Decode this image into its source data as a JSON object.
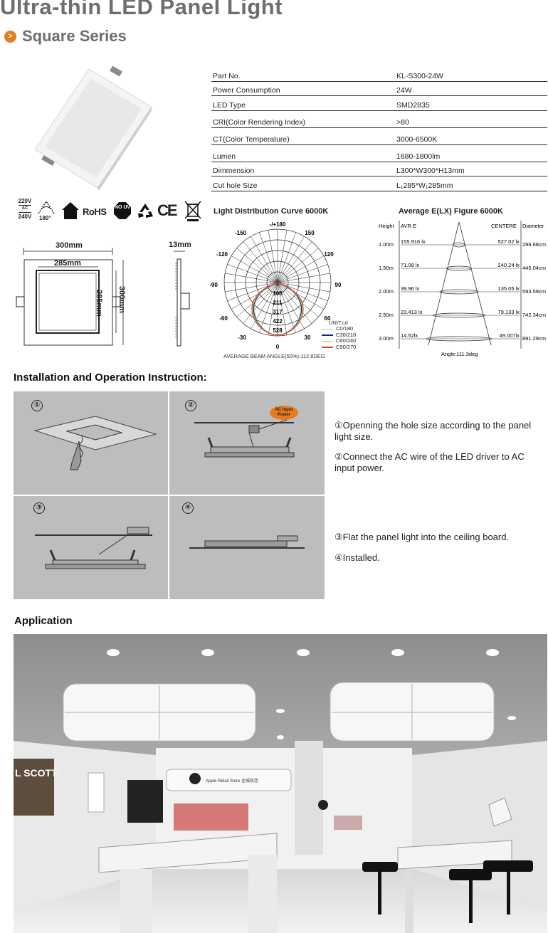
{
  "header": {
    "title": "Ultra-thin LED Panel Light",
    "series_label": "Square Series",
    "series_icon": ">"
  },
  "specs": [
    {
      "key": "Part No.",
      "value": "KL-S300-24W"
    },
    {
      "key": "Power Consumption",
      "value": "24W"
    },
    {
      "key": "LED Type",
      "value": "SMD2835"
    },
    {
      "key": "CRI(Color Rendering Index)",
      "value": ">80"
    },
    {
      "key": "CT(Color Temperature)",
      "value": "3000-6500K"
    },
    {
      "key": "Lumen",
      "value": "1680-1800lm"
    },
    {
      "key": "Dimmension",
      "value": "L300*W300*H13mm"
    },
    {
      "key": "Cut hole Size",
      "value": "L₁285*W₁285mm"
    }
  ],
  "certs": {
    "voltage_top": "220V",
    "voltage_ac": "AC",
    "voltage_bottom": "240V",
    "angle": "180°",
    "rohs": "RoHS",
    "no_uv": "NO UV",
    "ce": "CE"
  },
  "dimensions": {
    "width": "300mm",
    "inner": "285mm",
    "inner_v": "285mm",
    "height_v": "300mm",
    "thickness": "13mm"
  },
  "distribution": {
    "title": "Light Distribution Curve 6000K",
    "angles": [
      "-/+180",
      "-150",
      "150",
      "-120",
      "120",
      "-90",
      "90",
      "-60",
      "60",
      "-30",
      "30",
      "0"
    ],
    "rings": [
      "106",
      "211",
      "317",
      "422",
      "528"
    ],
    "unit": "UNIT:cd",
    "legend": [
      {
        "name": "C0/180",
        "color": "#8fd3f0"
      },
      {
        "name": "C30/210",
        "color": "#1a237e"
      },
      {
        "name": "C60/240",
        "color": "#b6d836"
      },
      {
        "name": "C90/270",
        "color": "#e53935"
      }
    ],
    "beam": "AVERAGE BEAM ANGLE(50%):112.8DEG"
  },
  "illuminance": {
    "title": "Average E(LX) Figure 6000K",
    "col_height": "Height",
    "col_avr": "AVR E",
    "col_center": "CENTERE",
    "col_diameter": "Diameter",
    "rows": [
      {
        "h": "1.00m",
        "avr": "155.916 lx",
        "center": "527.02 lx",
        "d": "296.68cm"
      },
      {
        "h": "1.50m",
        "avr": "71.08 lx",
        "center": "240.24 lx",
        "d": "445.04cm"
      },
      {
        "h": "2.00m",
        "avr": "39.96 lx",
        "center": "135.05 lx",
        "d": "593.59cm"
      },
      {
        "h": "2.50m",
        "avr": "23.413 lx",
        "center": "79.133 lx",
        "d": "742.34cm"
      },
      {
        "h": "3.00m",
        "avr": "14.52lx",
        "center": "49.007lx",
        "d": "891.29cm"
      }
    ],
    "angle": "Angle:111.3deg"
  },
  "installation": {
    "title": "Installation and Operation Instruction:",
    "panel_numbers": [
      "①",
      "②",
      "③",
      "④"
    ],
    "ac_tag": "AC Input Power",
    "steps": [
      "①Openning the hole size according to the panel light size.",
      "②Connect the AC wire of the LED driver to AC input power.",
      "③Flat the panel light into the ceiling board.",
      "④Installed."
    ]
  },
  "application": {
    "title": "Application",
    "store_sign": "Apple Retail Store  全城热恋",
    "poster_text": "L SCOTT"
  }
}
